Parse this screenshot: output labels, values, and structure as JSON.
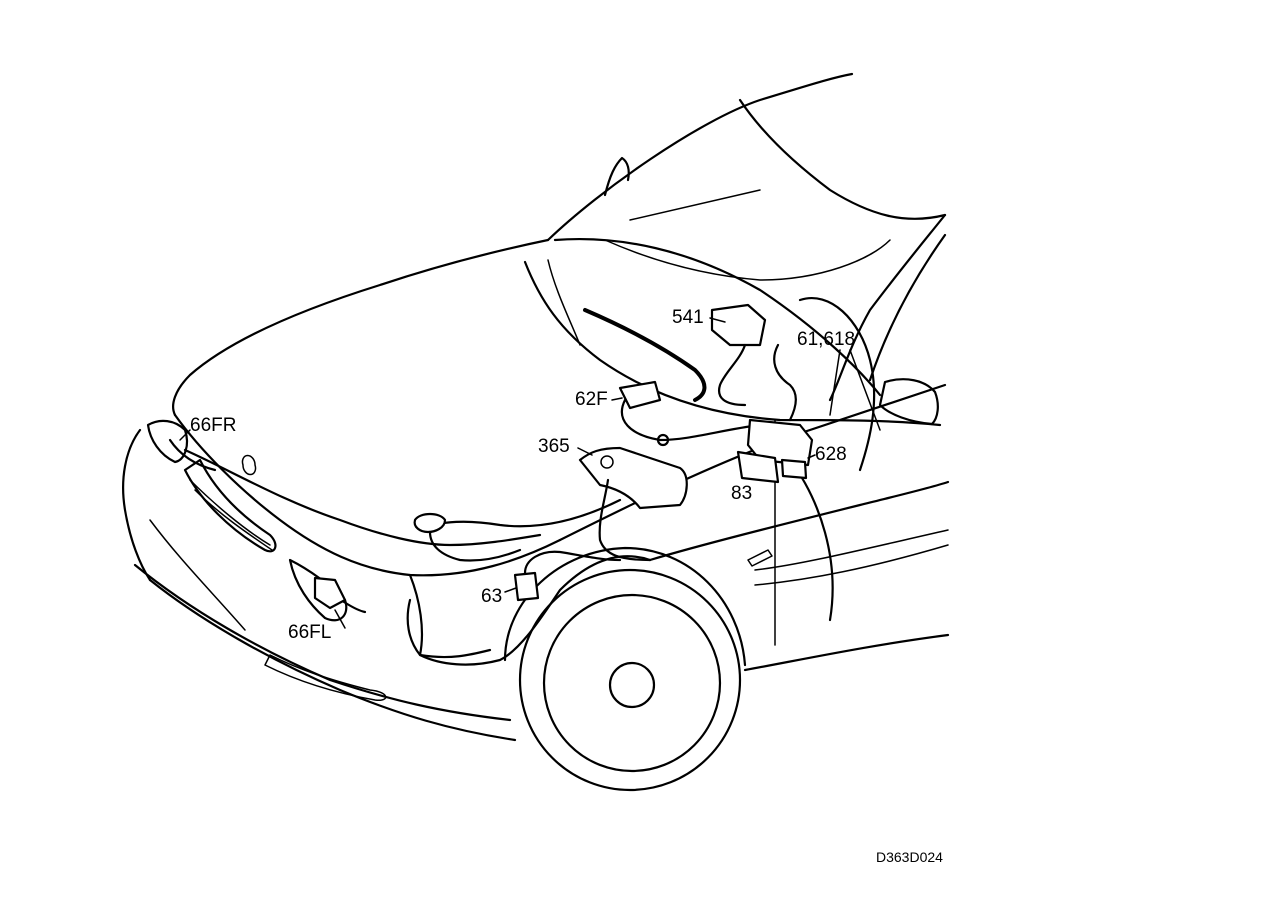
{
  "drawing": {
    "reference_code": "D363D024",
    "callouts": [
      {
        "id": "541",
        "label": "541"
      },
      {
        "id": "61-618",
        "label": "61,618"
      },
      {
        "id": "62F",
        "label": "62F"
      },
      {
        "id": "66FR",
        "label": "66FR"
      },
      {
        "id": "365",
        "label": "365"
      },
      {
        "id": "628",
        "label": "628"
      },
      {
        "id": "83",
        "label": "83"
      },
      {
        "id": "63",
        "label": "63"
      },
      {
        "id": "66FL",
        "label": "66FL"
      }
    ]
  }
}
